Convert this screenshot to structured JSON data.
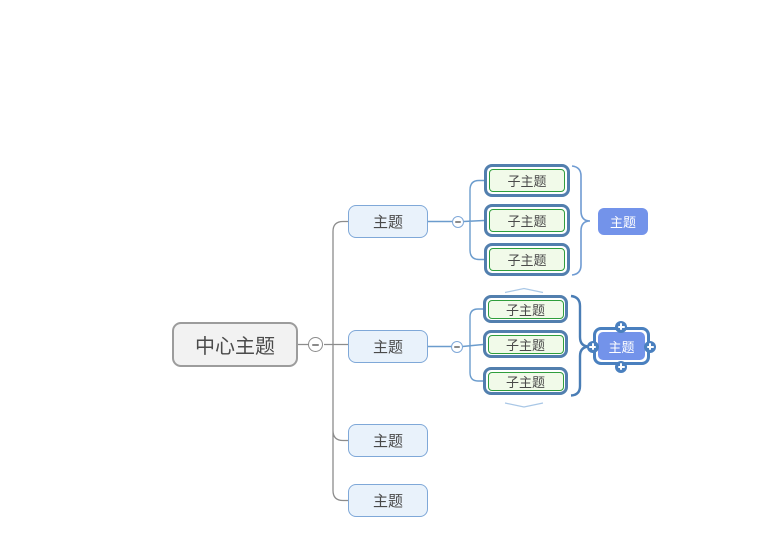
{
  "mindmap": {
    "central": {
      "label": "中心主题"
    },
    "branches": [
      {
        "label": "主题",
        "has_children": true
      },
      {
        "label": "主题",
        "has_children": true
      },
      {
        "label": "主题",
        "has_children": false
      },
      {
        "label": "主题",
        "has_children": false
      }
    ],
    "subtopics_branch1": [
      {
        "label": "子主题"
      },
      {
        "label": "子主题"
      },
      {
        "label": "子主题"
      }
    ],
    "subtopics_branch2": [
      {
        "label": "子主题"
      },
      {
        "label": "子主题"
      },
      {
        "label": "子主题"
      }
    ],
    "summaries": [
      {
        "label": "主题",
        "selected": false
      },
      {
        "label": "主题",
        "selected": true,
        "handles": [
          "top",
          "right",
          "bottom",
          "left"
        ],
        "handle_glyph": "+"
      }
    ],
    "collapse_buttons": [
      {
        "target": "central",
        "state": "expanded",
        "glyph": "−"
      },
      {
        "target": "branch-1",
        "state": "expanded",
        "glyph": "−"
      },
      {
        "target": "branch-2",
        "state": "expanded",
        "glyph": "−"
      }
    ],
    "colors": {
      "canvas_bg": "#ffffff",
      "central_fill": "#f2f2f2",
      "central_border": "#9c9c9c",
      "topic_fill": "#e9f2fb",
      "topic_border": "#7fa8d8",
      "subtopic_frame": "#527fae",
      "subtopic_fill": "#f1fae9",
      "subtopic_border": "#2f9e3c",
      "summary_fill": "#7393ea",
      "selection_blue": "#4a80bf",
      "connector_gray": "#8c8c8c",
      "connector_blue": "#6b9ccd",
      "brace_blue": "#6f9bd2",
      "chevron_blue": "#a9c7e6"
    }
  }
}
